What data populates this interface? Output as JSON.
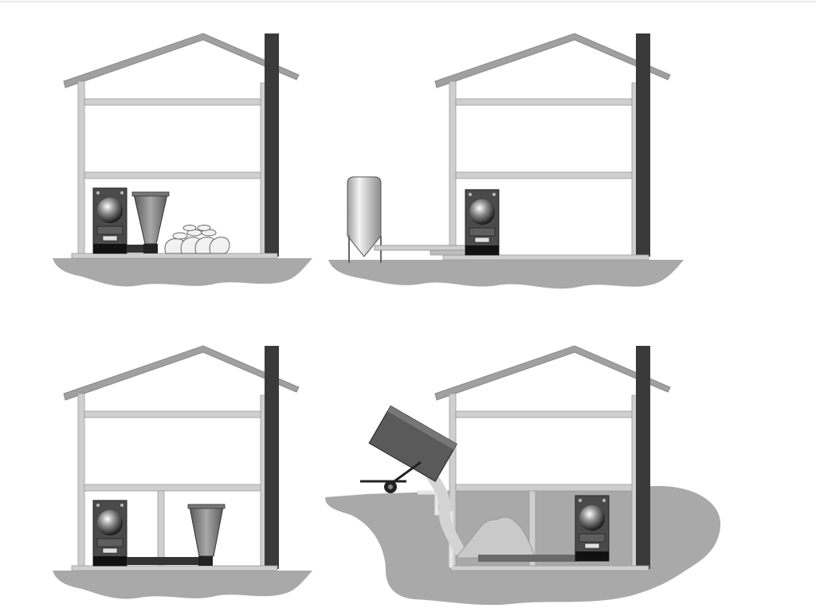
{
  "figure": {
    "panels": [
      {
        "id": "bagged-pellets",
        "components": [
          "boiler",
          "hopper",
          "pellet-bags"
        ]
      },
      {
        "id": "external-silo",
        "components": [
          "silo",
          "feed-auger",
          "boiler"
        ]
      },
      {
        "id": "indoor-storage-room",
        "components": [
          "boiler",
          "hopper",
          "auger"
        ]
      },
      {
        "id": "underground-store",
        "components": [
          "dump-trailer",
          "storage-pit",
          "pellet-pile",
          "auger",
          "boiler"
        ]
      }
    ]
  },
  "colors": {
    "background": "#ffffff",
    "wall": "#c8c8c8",
    "wall_edge": "#9a9a9a",
    "chimney": "#3a3a3a",
    "ground": "#a9a9a9",
    "boiler_body": "#4a4a4a",
    "boiler_base": "#111111",
    "silo": "#d8d8d8",
    "pellet": "#c9c9c9",
    "trailer": "#5a5a5a"
  }
}
